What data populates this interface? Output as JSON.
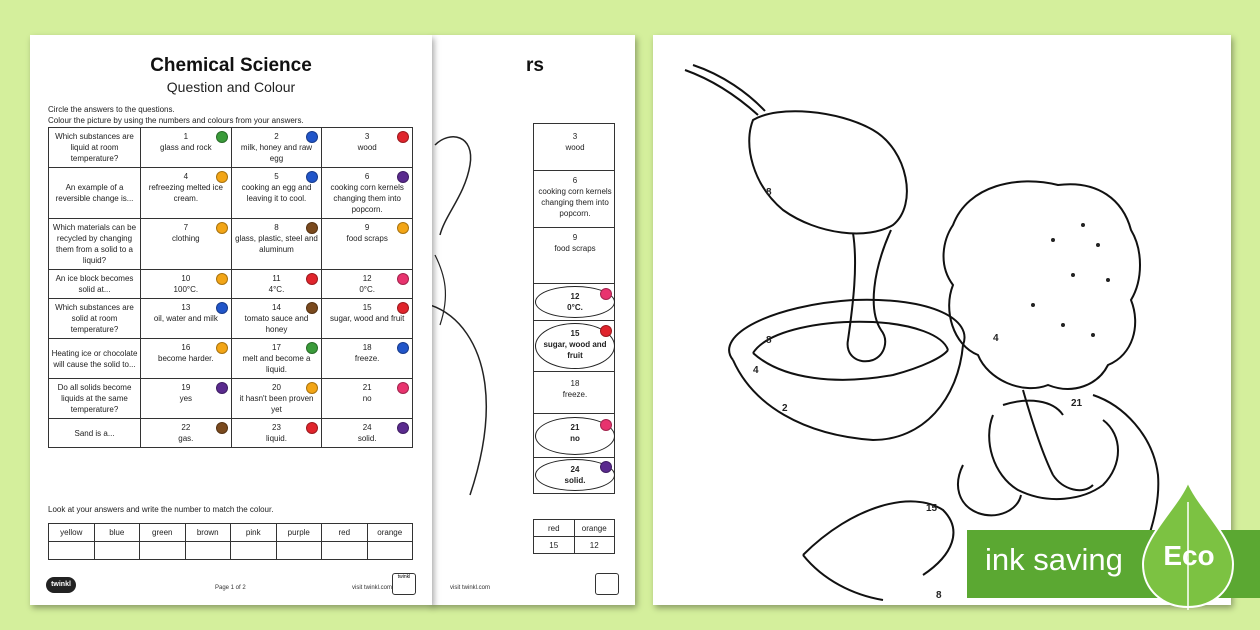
{
  "worksheet": {
    "title": "Chemical Science",
    "subtitle": "Question and Colour",
    "instructions": [
      "Circle the answers to the questions.",
      "Colour the picture by using the numbers and colours from your answers."
    ],
    "rows": [
      {
        "question": "Which substances are liquid at room temperature?",
        "answers": [
          {
            "num": "1",
            "text": "glass and rock",
            "color": "#3a9b3a"
          },
          {
            "num": "2",
            "text": "milk, honey and raw egg",
            "color": "#2155c9"
          },
          {
            "num": "3",
            "text": "wood",
            "color": "#e0242c"
          }
        ]
      },
      {
        "question": "An example of a reversible change is...",
        "answers": [
          {
            "num": "4",
            "text": "refreezing melted ice cream.",
            "color": "#f2a516"
          },
          {
            "num": "5",
            "text": "cooking an egg and leaving it to cool.",
            "color": "#2155c9"
          },
          {
            "num": "6",
            "text": "cooking corn kernels changing them into popcorn.",
            "color": "#5a2a8e"
          }
        ]
      },
      {
        "question": "Which materials can be recycled by changing them from a solid to a liquid?",
        "answers": [
          {
            "num": "7",
            "text": "clothing",
            "color": "#f2a516"
          },
          {
            "num": "8",
            "text": "glass, plastic, steel and aluminum",
            "color": "#7a4a1e"
          },
          {
            "num": "9",
            "text": "food scraps",
            "color": "#f2a516"
          }
        ]
      },
      {
        "question": "An ice block becomes solid at...",
        "answers": [
          {
            "num": "10",
            "text": "100°C.",
            "color": "#f2a516"
          },
          {
            "num": "11",
            "text": "4°C.",
            "color": "#e0242c"
          },
          {
            "num": "12",
            "text": "0°C.",
            "color": "#e8336e"
          }
        ]
      },
      {
        "question": "Which substances are solid at room temperature?",
        "answers": [
          {
            "num": "13",
            "text": "oil, water and milk",
            "color": "#2155c9"
          },
          {
            "num": "14",
            "text": "tomato sauce and honey",
            "color": "#7a4a1e"
          },
          {
            "num": "15",
            "text": "sugar, wood and fruit",
            "color": "#e0242c"
          }
        ]
      },
      {
        "question": "Heating ice or chocolate will cause the solid to...",
        "answers": [
          {
            "num": "16",
            "text": "become harder.",
            "color": "#f2a516"
          },
          {
            "num": "17",
            "text": "melt and become a liquid.",
            "color": "#3a9b3a"
          },
          {
            "num": "18",
            "text": "freeze.",
            "color": "#2155c9"
          }
        ]
      },
      {
        "question": "Do all solids become liquids at the same temperature?",
        "answers": [
          {
            "num": "19",
            "text": "yes",
            "color": "#5a2a8e"
          },
          {
            "num": "20",
            "text": "it hasn't been proven yet",
            "color": "#f2a516"
          },
          {
            "num": "21",
            "text": "no",
            "color": "#e8336e"
          }
        ]
      },
      {
        "question": "Sand is a...",
        "answers": [
          {
            "num": "22",
            "text": "gas.",
            "color": "#7a4a1e"
          },
          {
            "num": "23",
            "text": "liquid.",
            "color": "#e0242c"
          },
          {
            "num": "24",
            "text": "solid.",
            "color": "#5a2a8e"
          }
        ]
      }
    ],
    "look_instruction": "Look at your answers and write the number to match the colour.",
    "colours": [
      "yellow",
      "blue",
      "green",
      "brown",
      "pink",
      "purple",
      "red",
      "orange"
    ],
    "footer": {
      "logo": "twinkl",
      "page": "Page 1 of 2",
      "visit": "visit twinkl.com",
      "badge": "twinkl"
    }
  },
  "answers_sheet": {
    "title_fragment": "rs",
    "cells": [
      {
        "num": "3",
        "text": "wood"
      },
      {
        "num": "6",
        "text": "cooking corn kernels changing them into popcorn."
      },
      {
        "num": "9",
        "text": "food scraps"
      },
      {
        "num": "12",
        "text": "0°C.",
        "circled": true,
        "color": "#e8336e"
      },
      {
        "num": "15",
        "text": "sugar, wood and fruit",
        "circled": true,
        "color": "#e0242c"
      },
      {
        "num": "18",
        "text": "freeze."
      },
      {
        "num": "21",
        "text": "no",
        "circled": true,
        "color": "#e8336e"
      },
      {
        "num": "24",
        "text": "solid.",
        "circled": true,
        "color": "#5a2a8e"
      }
    ],
    "colour_table": {
      "headers": [
        "red",
        "orange"
      ],
      "values": [
        "15",
        "12"
      ]
    },
    "visit": "visit twinkl.com"
  },
  "colour_sheet": {
    "labels": [
      "8",
      "8",
      "4",
      "2",
      "4",
      "21",
      "15",
      "8"
    ]
  },
  "eco": {
    "text": "ink saving",
    "label": "Eco",
    "banner_color": "#5ba832"
  }
}
